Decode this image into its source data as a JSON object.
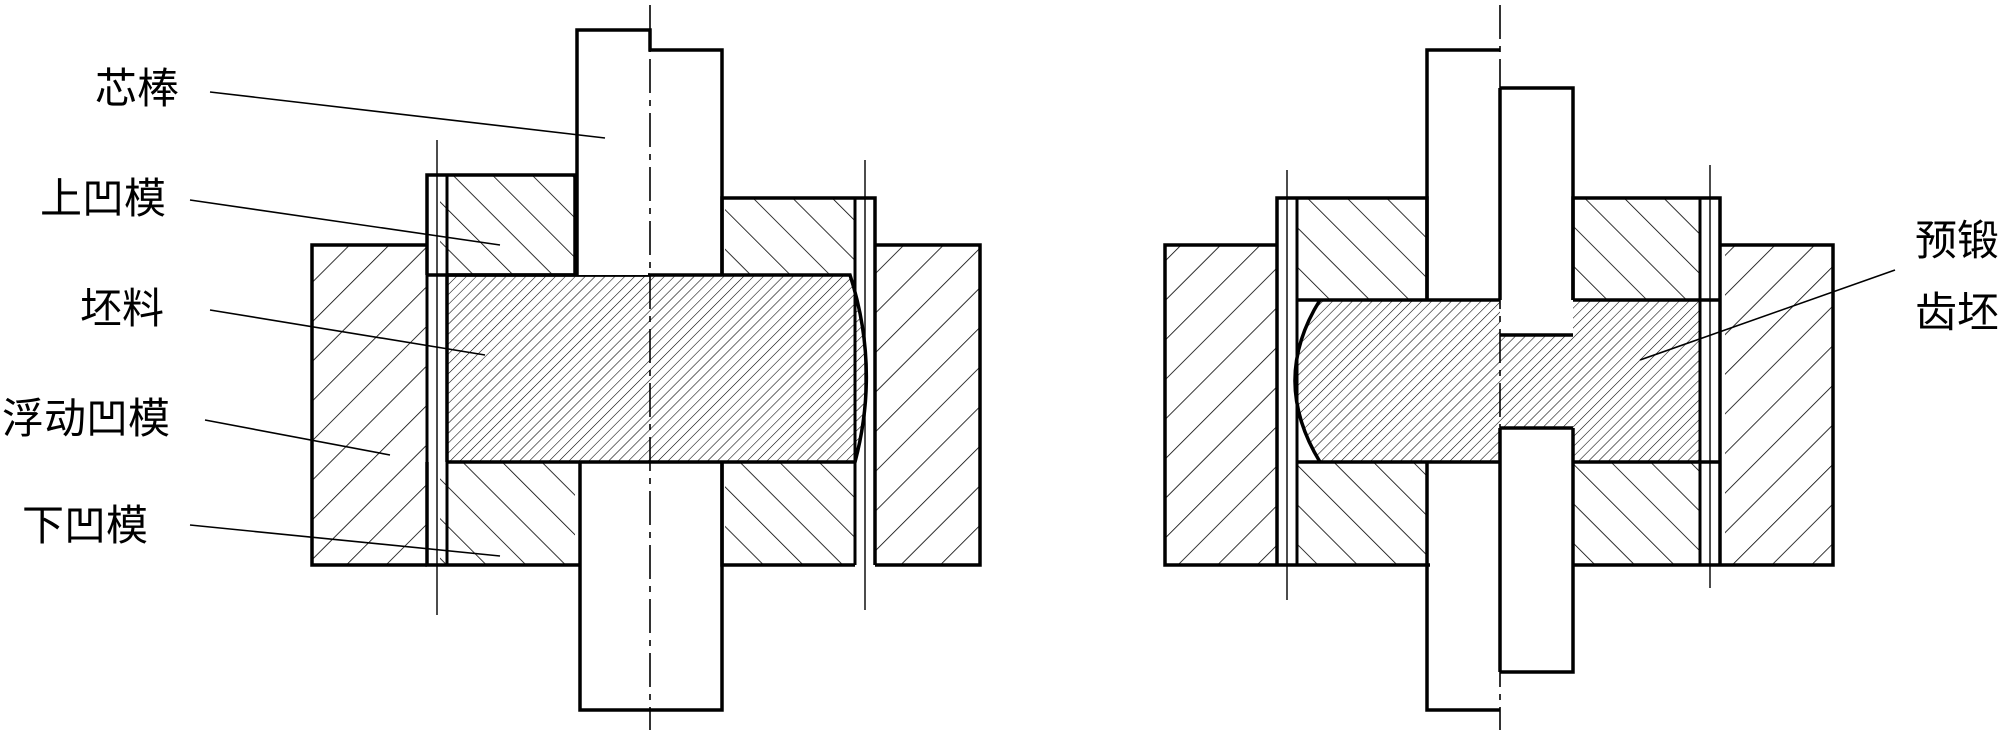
{
  "left_view": {
    "labels": {
      "mandrel": "芯棒",
      "upper_die": "上凹模",
      "blank": "坯料",
      "floating_die": "浮动凹模",
      "lower_die": "下凹模"
    }
  },
  "right_view": {
    "labels": {
      "pre_forged_line1": "预锻",
      "pre_forged_line2": "齿坯"
    }
  },
  "colors": {
    "line": "#000000",
    "background": "#ffffff"
  }
}
